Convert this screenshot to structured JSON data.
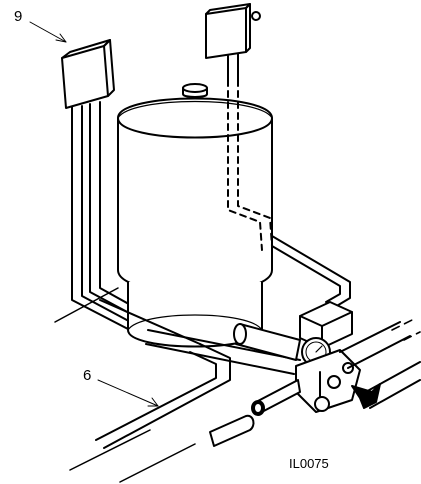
{
  "callouts": {
    "item_9": "9",
    "item_6": "6"
  },
  "drawing_id": "IL0075"
}
